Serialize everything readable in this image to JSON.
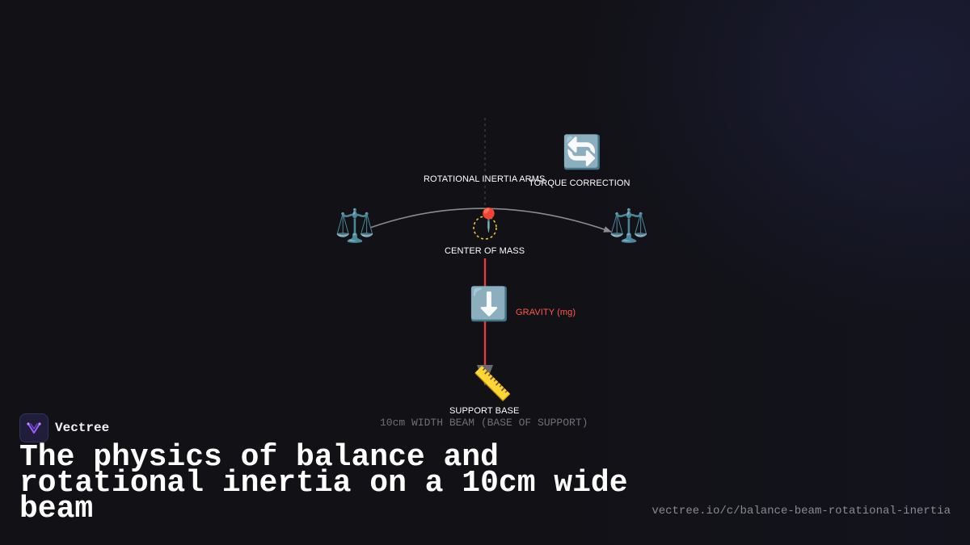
{
  "colors": {
    "background": "#111116",
    "gravity": "#e53b3b",
    "gravity_label": "#ff5a4e",
    "arc": "#8a8a8f",
    "center_of_mass_ring": "#e9c62b"
  },
  "diagram": {
    "nodes": {
      "rotational_inertia_arms": {
        "label": "ROTATIONAL INERTIA ARMS"
      },
      "torque_correction": {
        "label": "TORQUE CORRECTION",
        "icon": "counterclockwise-arrows-icon",
        "glyph": "🔄"
      },
      "left_arm": {
        "icon": "balance-scale-icon",
        "glyph": "⚖️"
      },
      "right_arm": {
        "icon": "balance-scale-icon",
        "glyph": "⚖️"
      },
      "center_of_mass": {
        "label": "CENTER OF MASS",
        "icon": "pin-icon",
        "glyph": "📍"
      },
      "gravity": {
        "label": "GRAVITY (mg)",
        "icon": "down-arrow-icon",
        "glyph": "⬇️"
      },
      "support_base": {
        "label": "SUPPORT BASE",
        "icon": "ruler-icon",
        "glyph": "📏"
      }
    },
    "caption": "10cm WIDTH BEAM (BASE OF SUPPORT)"
  },
  "brand": {
    "name": "Vectree",
    "logo_icon": "vectree-logo-icon"
  },
  "headline": "The physics of balance and rotational inertia on a 10cm wide beam",
  "url": "vectree.io/c/balance-beam-rotational-inertia"
}
